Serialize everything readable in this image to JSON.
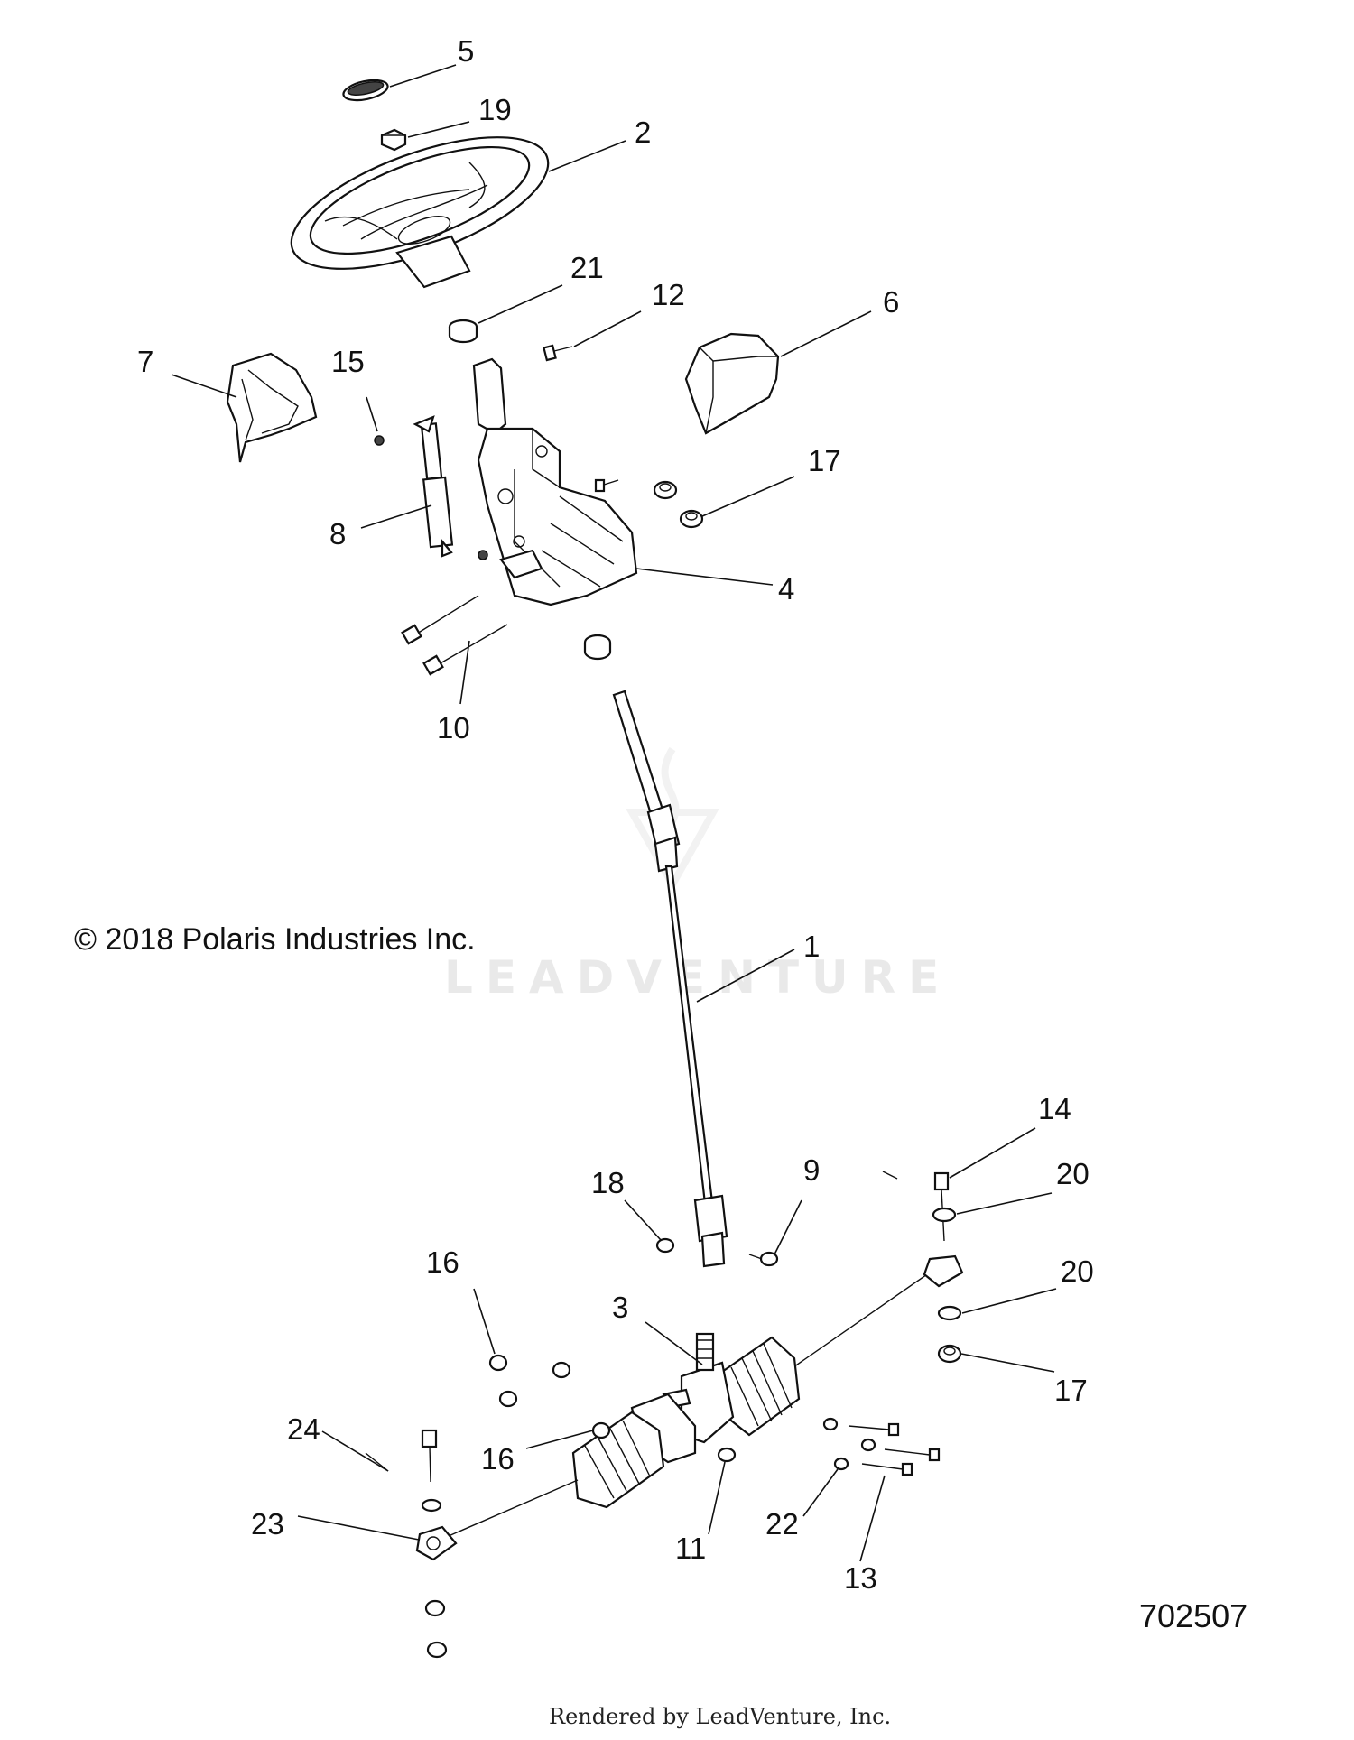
{
  "copyright": "© 2018 Polaris Industries Inc.",
  "diagram_number": "702507",
  "footer": "Rendered by LeadVenture, Inc.",
  "watermark": "LEADVENTURE",
  "callouts": {
    "c1": "1",
    "c2": "2",
    "c3": "3",
    "c4": "4",
    "c5": "5",
    "c6": "6",
    "c7": "7",
    "c8": "8",
    "c9": "9",
    "c10": "10",
    "c11": "11",
    "c12": "12",
    "c13": "13",
    "c14": "14",
    "c15": "15",
    "c16a": "16",
    "c16b": "16",
    "c17a": "17",
    "c17b": "17",
    "c18": "18",
    "c19": "19",
    "c20a": "20",
    "c20b": "20",
    "c21": "21",
    "c22": "22",
    "c23": "23",
    "c24": "24"
  }
}
